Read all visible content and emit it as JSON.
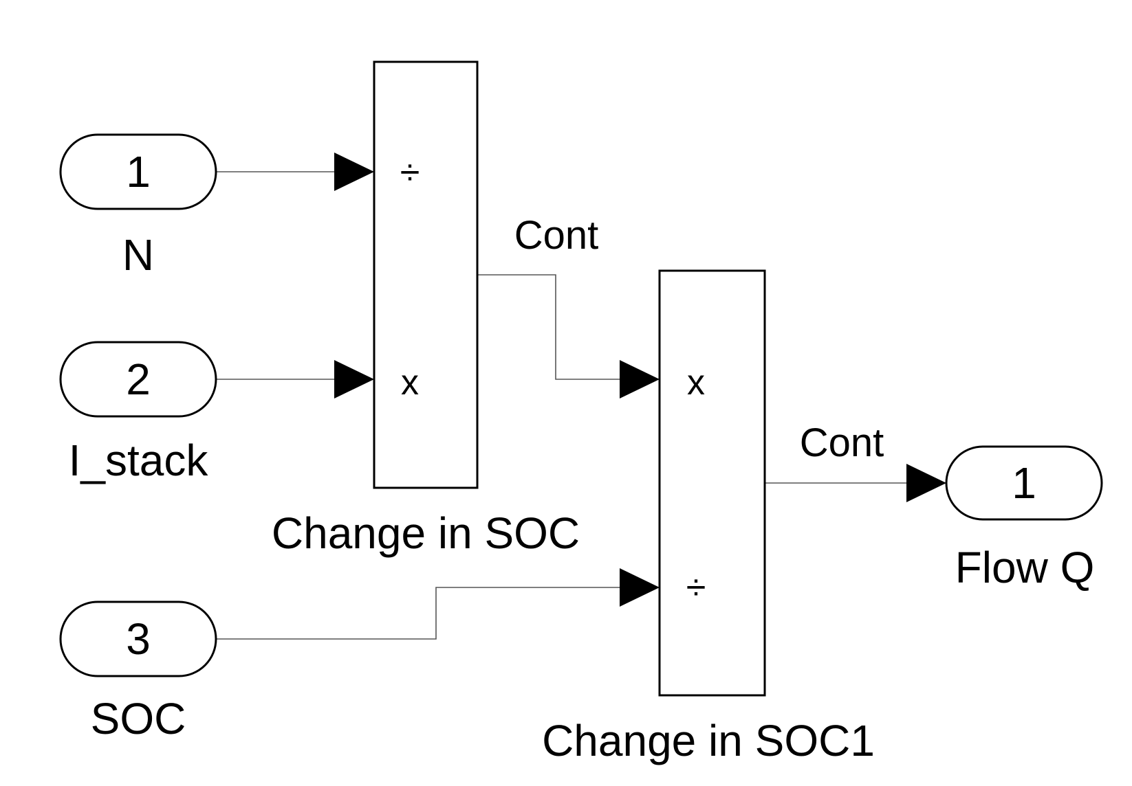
{
  "inports": [
    {
      "number": "1",
      "label": "N"
    },
    {
      "number": "2",
      "label": "I_stack"
    },
    {
      "number": "3",
      "label": "SOC"
    }
  ],
  "blocks": [
    {
      "label": "Change in SOC",
      "ops": [
        "÷",
        "x"
      ]
    },
    {
      "label": "Change in SOC1",
      "ops": [
        "x",
        "÷"
      ]
    }
  ],
  "signals": [
    {
      "label": "Cont"
    },
    {
      "label": "Cont"
    }
  ],
  "outports": [
    {
      "number": "1",
      "label": "Flow Q"
    }
  ]
}
